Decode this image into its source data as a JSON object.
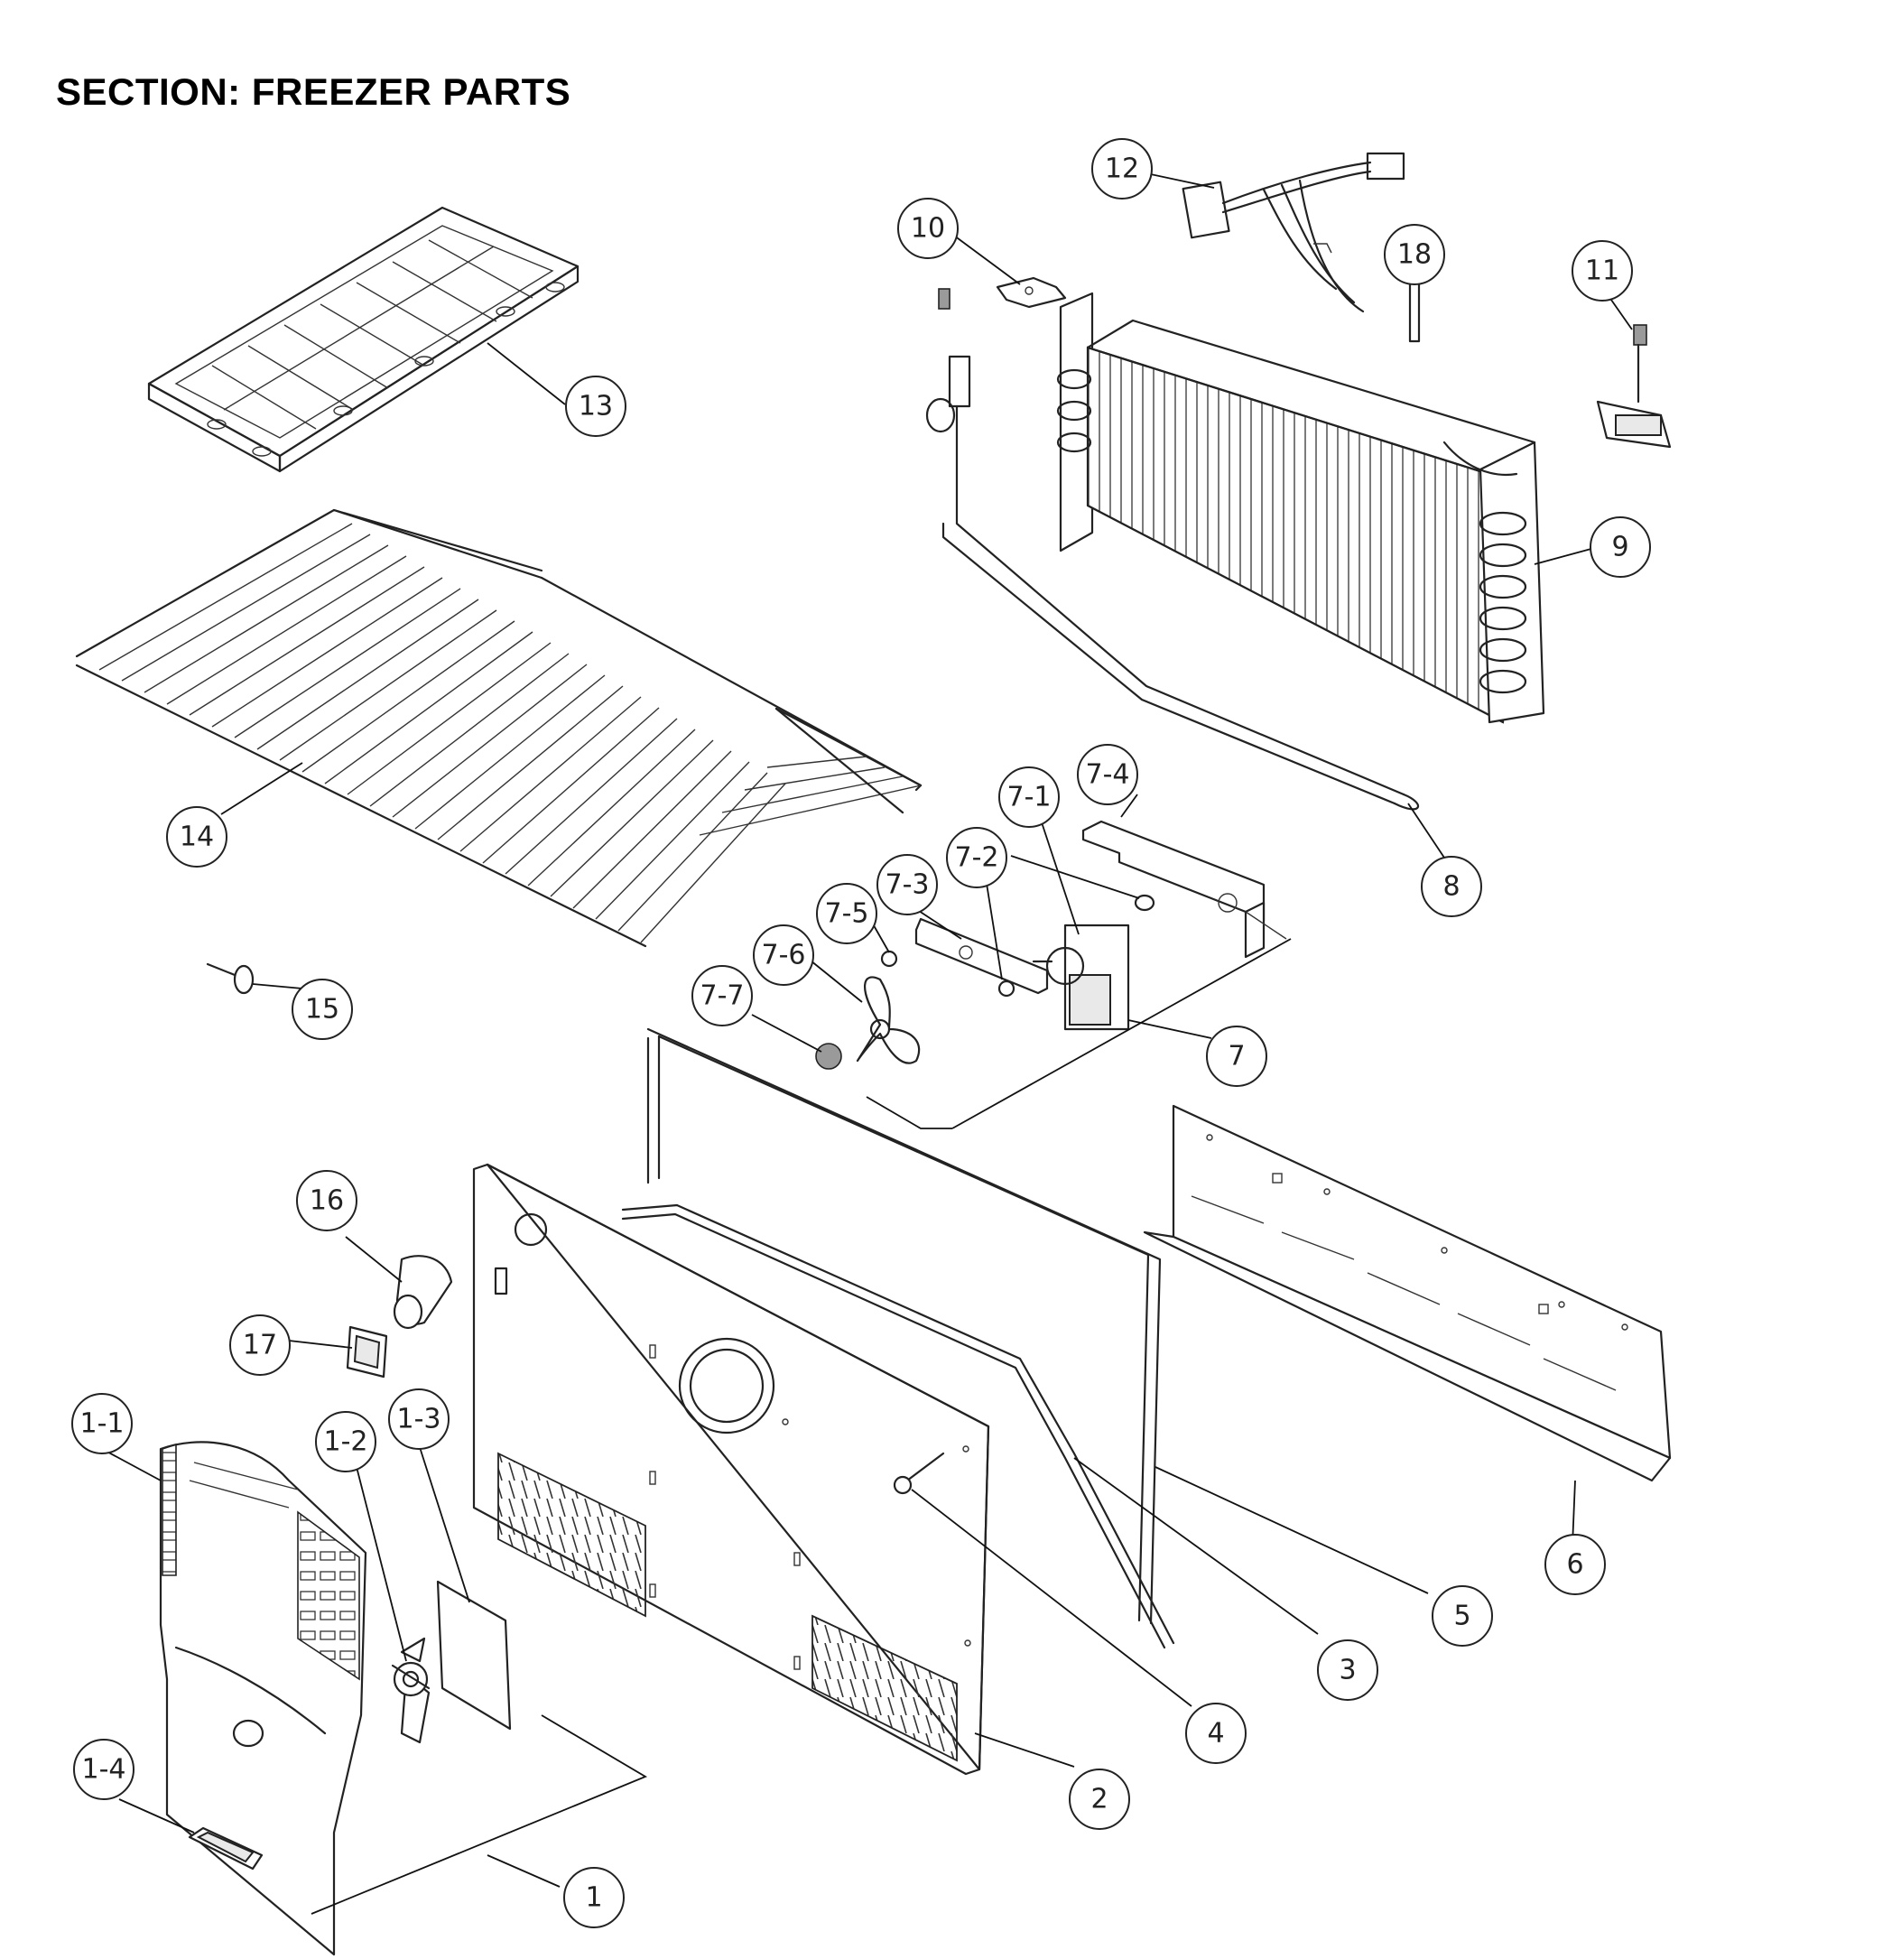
{
  "title": "SECTION: FREEZER PARTS",
  "callouts": [
    {
      "id": "c1",
      "label": "1"
    },
    {
      "id": "c1-1",
      "label": "1-1"
    },
    {
      "id": "c1-2",
      "label": "1-2"
    },
    {
      "id": "c1-3",
      "label": "1-3"
    },
    {
      "id": "c1-4",
      "label": "1-4"
    },
    {
      "id": "c2",
      "label": "2"
    },
    {
      "id": "c3",
      "label": "3"
    },
    {
      "id": "c4",
      "label": "4"
    },
    {
      "id": "c5",
      "label": "5"
    },
    {
      "id": "c6",
      "label": "6"
    },
    {
      "id": "c7",
      "label": "7"
    },
    {
      "id": "c7-1",
      "label": "7-1"
    },
    {
      "id": "c7-2",
      "label": "7-2"
    },
    {
      "id": "c7-3",
      "label": "7-3"
    },
    {
      "id": "c7-4",
      "label": "7-4"
    },
    {
      "id": "c7-5",
      "label": "7-5"
    },
    {
      "id": "c7-6",
      "label": "7-6"
    },
    {
      "id": "c7-7",
      "label": "7-7"
    },
    {
      "id": "c8",
      "label": "8"
    },
    {
      "id": "c9",
      "label": "9"
    },
    {
      "id": "c10",
      "label": "10"
    },
    {
      "id": "c11",
      "label": "11"
    },
    {
      "id": "c12",
      "label": "12"
    },
    {
      "id": "c13",
      "label": "13"
    },
    {
      "id": "c14",
      "label": "14"
    },
    {
      "id": "c15",
      "label": "15"
    },
    {
      "id": "c16",
      "label": "16"
    },
    {
      "id": "c17",
      "label": "17"
    },
    {
      "id": "c18",
      "label": "18"
    }
  ]
}
